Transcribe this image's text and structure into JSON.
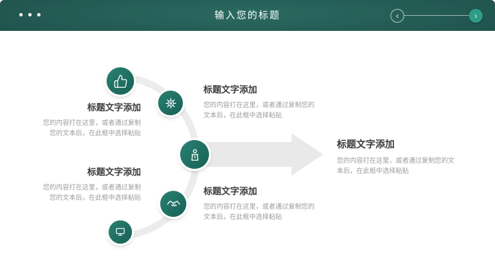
{
  "header": {
    "title": "输入您的标题"
  },
  "nav": {
    "prev_icon": "‹",
    "next_icon": "›"
  },
  "steps": [
    {
      "icon": "thumbs-up"
    },
    {
      "icon": "gear"
    },
    {
      "icon": "podium"
    },
    {
      "icon": "handshake"
    },
    {
      "icon": "monitor"
    }
  ],
  "blocks": [
    {
      "title": "标题文字添加",
      "body": "您的内容打在这里，或者通过复制您的文本后，在此框中选择粘贴"
    },
    {
      "title": "标题文字添加",
      "body": "您的内容打在这里，或者通过复制您的文本后，在此框中选择粘贴"
    },
    {
      "title": "标题文字添加",
      "body": "您的内容打在这里，或者通过复制您的文本后，在此框中选择粘贴"
    },
    {
      "title": "标题文字添加",
      "body": "您的内容打在这里，或者通过复制您的文本后，在此框中选择粘贴"
    },
    {
      "title": "标题文字添加",
      "body": "您的内容打在这里，或者通过复制您的文本后，在此框中选择粘贴"
    }
  ],
  "colors": {
    "header_teal": "#1b4743",
    "circle_teal": "#1d7164",
    "accent_teal": "#2e9b87",
    "arc_gray": "#ececec",
    "title_text": "#3c3c3c",
    "body_text": "#9a9a9a"
  }
}
